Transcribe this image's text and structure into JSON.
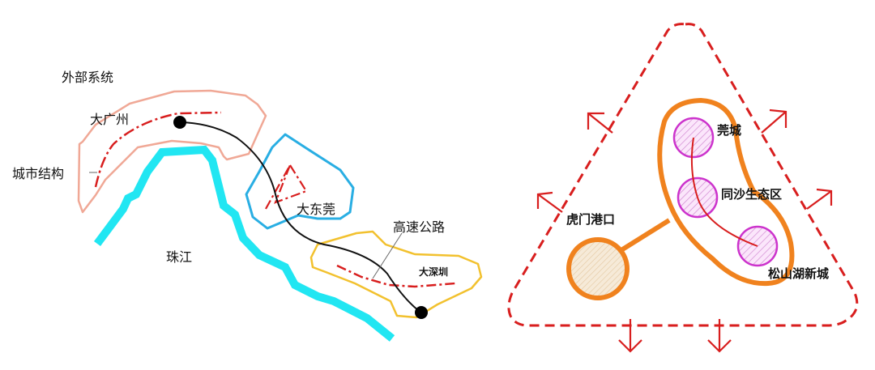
{
  "left_diagram": {
    "external_system": "外部系统",
    "guangzhou": "大广州",
    "urban_structure": "城市结构",
    "dongguan": "大东莞",
    "expressway": "高速公路",
    "shenzhen": "大深圳",
    "pearl_river": "珠江"
  },
  "right_diagram": {
    "guancheng": "莞城",
    "tongsha": "同沙生态区",
    "humen_port": "虎门港口",
    "songshan_lake": "松山湖新城"
  },
  "colors": {
    "region_guangzhou": "#f0a896",
    "region_dongguan": "#29aee3",
    "region_shenzhen": "#f2c12e",
    "river": "#21e6f2",
    "axis_red": "#d81e1e",
    "node_orange": "#f0821e",
    "node_magenta": "#cc33cc"
  }
}
